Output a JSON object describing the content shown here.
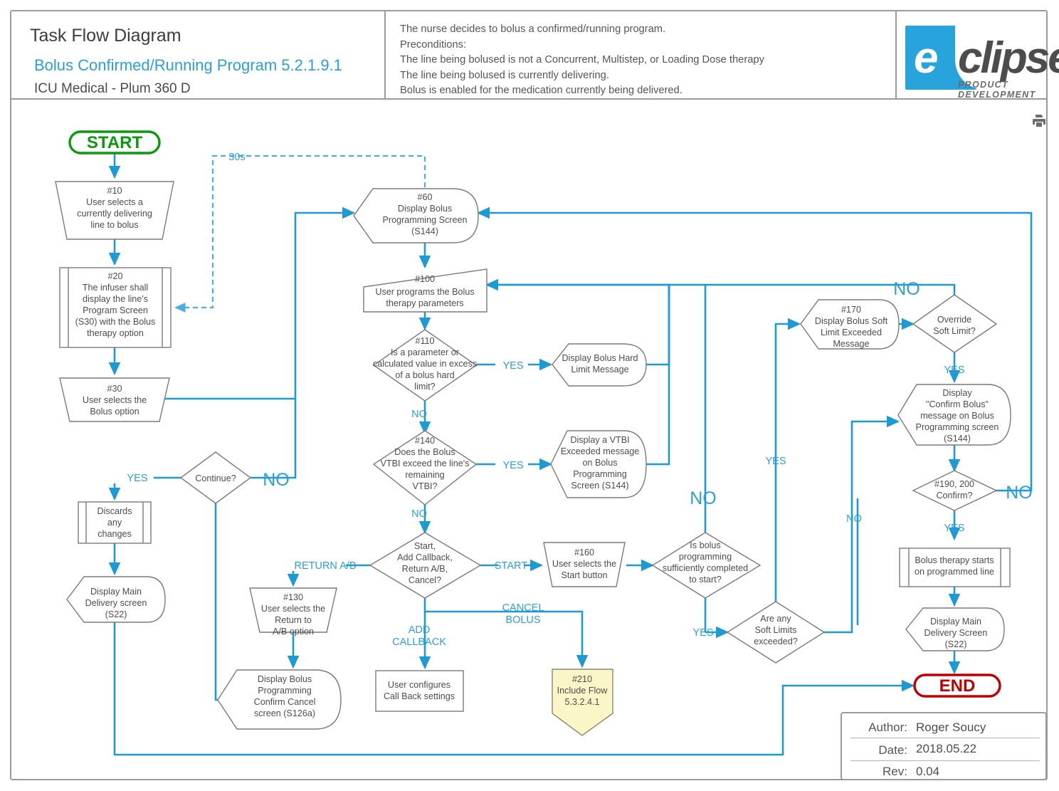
{
  "header": {
    "title": "Task Flow Diagram",
    "subtitle": "Bolus Confirmed/Running Program 5.2.1.9.1",
    "device": "ICU Medical - Plum 360 D",
    "precondition_lines": [
      "The nurse decides to bolus a confirmed/running program.",
      "Preconditions:",
      "The line being bolused is not a Concurrent, Multistep, or Loading Dose therapy",
      "The line being bolused is currently delivering.",
      "Bolus is enabled for the medication currently being delivered."
    ],
    "logo": {
      "e": "e",
      "word": "clipse",
      "tagline": "PRODUCT DEVELOPMENT"
    },
    "print_icon": "printer-icon"
  },
  "footer": {
    "author_label": "Author:",
    "author_value": "Roger Soucy",
    "date_label": "Date:",
    "date_value": "2018.05.22",
    "rev_label": "Rev:",
    "rev_value": "0.04"
  },
  "colors": {
    "accent": "#1b9ad4",
    "label": "#2a9fe0",
    "start": "#0a9b0a",
    "end": "#c00000",
    "node_stroke": "#7a7a7a",
    "include_fill": "#fbf6c8"
  },
  "nodes": {
    "start": {
      "label": "START",
      "shape": "terminator"
    },
    "n10": {
      "lines": [
        "#10",
        "User selects a",
        "currently delivering",
        "line to bolus"
      ],
      "shape": "trapezoid"
    },
    "n20": {
      "lines": [
        "#20",
        "The infuser shall",
        "display the line's",
        "Program Screen",
        "(S30) with the Bolus",
        "therapy option"
      ],
      "shape": "process-bars"
    },
    "n30": {
      "lines": [
        "#30",
        "User selects the",
        "Bolus option"
      ],
      "shape": "trapezoid"
    },
    "continue": {
      "lines": [
        "Continue?"
      ],
      "shape": "decision"
    },
    "discards": {
      "lines": [
        "Discards",
        "any",
        "changes"
      ],
      "shape": "process-bars"
    },
    "mainDel1": {
      "lines": [
        "Display Main",
        "Delivery screen",
        "(S22)"
      ],
      "shape": "display"
    },
    "n60": {
      "lines": [
        "#60",
        "Display Bolus",
        "Programming Screen",
        "(S144)"
      ],
      "shape": "display"
    },
    "n100": {
      "lines": [
        "#100",
        "User programs the Bolus",
        "therapy parameters"
      ],
      "shape": "manual-input"
    },
    "n110": {
      "lines": [
        "#110",
        "Is a parameter or",
        "calculated value in excess",
        "of a bolus hard",
        "limit?"
      ],
      "shape": "decision"
    },
    "hardLimit": {
      "lines": [
        "Display Bolus Hard",
        "Limit Message"
      ],
      "shape": "display"
    },
    "n140": {
      "lines": [
        "#140",
        "Does the Bolus",
        "VTBI exceed the line's",
        "remaining",
        "VTBI?"
      ],
      "shape": "decision"
    },
    "vtbiMsg": {
      "lines": [
        "Display a VTBI",
        "Exceeded message",
        "on Bolus",
        "Programming",
        "Screen (S144)"
      ],
      "shape": "display"
    },
    "choice": {
      "lines": [
        "Start,",
        "Add Callback,",
        "Return A/B,",
        "Cancel?"
      ],
      "shape": "decision"
    },
    "n130": {
      "lines": [
        "#130",
        "User selects the",
        "Return to",
        "A/B option"
      ],
      "shape": "trapezoid"
    },
    "s126a": {
      "lines": [
        "Display Bolus",
        "Programming",
        "Confirm Cancel",
        "screen (S126a)"
      ],
      "shape": "display"
    },
    "callback": {
      "lines": [
        "User configures",
        "Call Back settings"
      ],
      "shape": "rect"
    },
    "n210": {
      "lines": [
        "#210",
        "Include Flow",
        "5.3.2.4.1"
      ],
      "shape": "include"
    },
    "n160": {
      "lines": [
        "#160",
        "User selects the",
        "Start button"
      ],
      "shape": "trapezoid"
    },
    "sufficient": {
      "lines": [
        "Is bolus",
        "programming",
        "sufficiently completed",
        "to start?"
      ],
      "shape": "decision"
    },
    "softLimits": {
      "lines": [
        "Are any",
        "Soft Limits",
        "exceeded?"
      ],
      "shape": "decision"
    },
    "n170": {
      "lines": [
        "#170",
        "Display Bolus Soft",
        "Limit Exceeded",
        "Message"
      ],
      "shape": "display"
    },
    "override": {
      "lines": [
        "Override",
        "Soft Limit?"
      ],
      "shape": "decision"
    },
    "confirmMsg": {
      "lines": [
        "Display",
        "\"Confirm Bolus\"",
        "message on Bolus",
        "Programming screen",
        "(S144)"
      ],
      "shape": "display"
    },
    "n190200": {
      "lines": [
        "#190, 200",
        "Confirm?"
      ],
      "shape": "decision"
    },
    "bolusStart": {
      "lines": [
        "Bolus therapy starts",
        "on programmed line"
      ],
      "shape": "process-bars"
    },
    "mainDel2": {
      "lines": [
        "Display Main",
        "Delivery Screen",
        "(S22)"
      ],
      "shape": "display"
    },
    "end": {
      "label": "END",
      "shape": "terminator"
    }
  },
  "edge_labels": {
    "timeout_30s": "30s",
    "continue_yes": "YES",
    "continue_no": "NO",
    "hardlimit_yes": "YES",
    "hardlimit_no": "NO",
    "vtbi_yes": "YES",
    "vtbi_no": "NO",
    "choice_return": "RETURN A/B",
    "choice_start": "START",
    "choice_addcallback_1": "ADD",
    "choice_addcallback_2": "CALLBACK",
    "choice_cancel_1": "CANCEL",
    "choice_cancel_2": "BOLUS",
    "sufficient_no": "NO",
    "sufficient_yes": "YES",
    "soft_yes": "YES",
    "soft_no": "NO",
    "override_no": "NO",
    "override_yes": "YES",
    "confirm_yes": "YES",
    "confirm_no": "NO"
  }
}
